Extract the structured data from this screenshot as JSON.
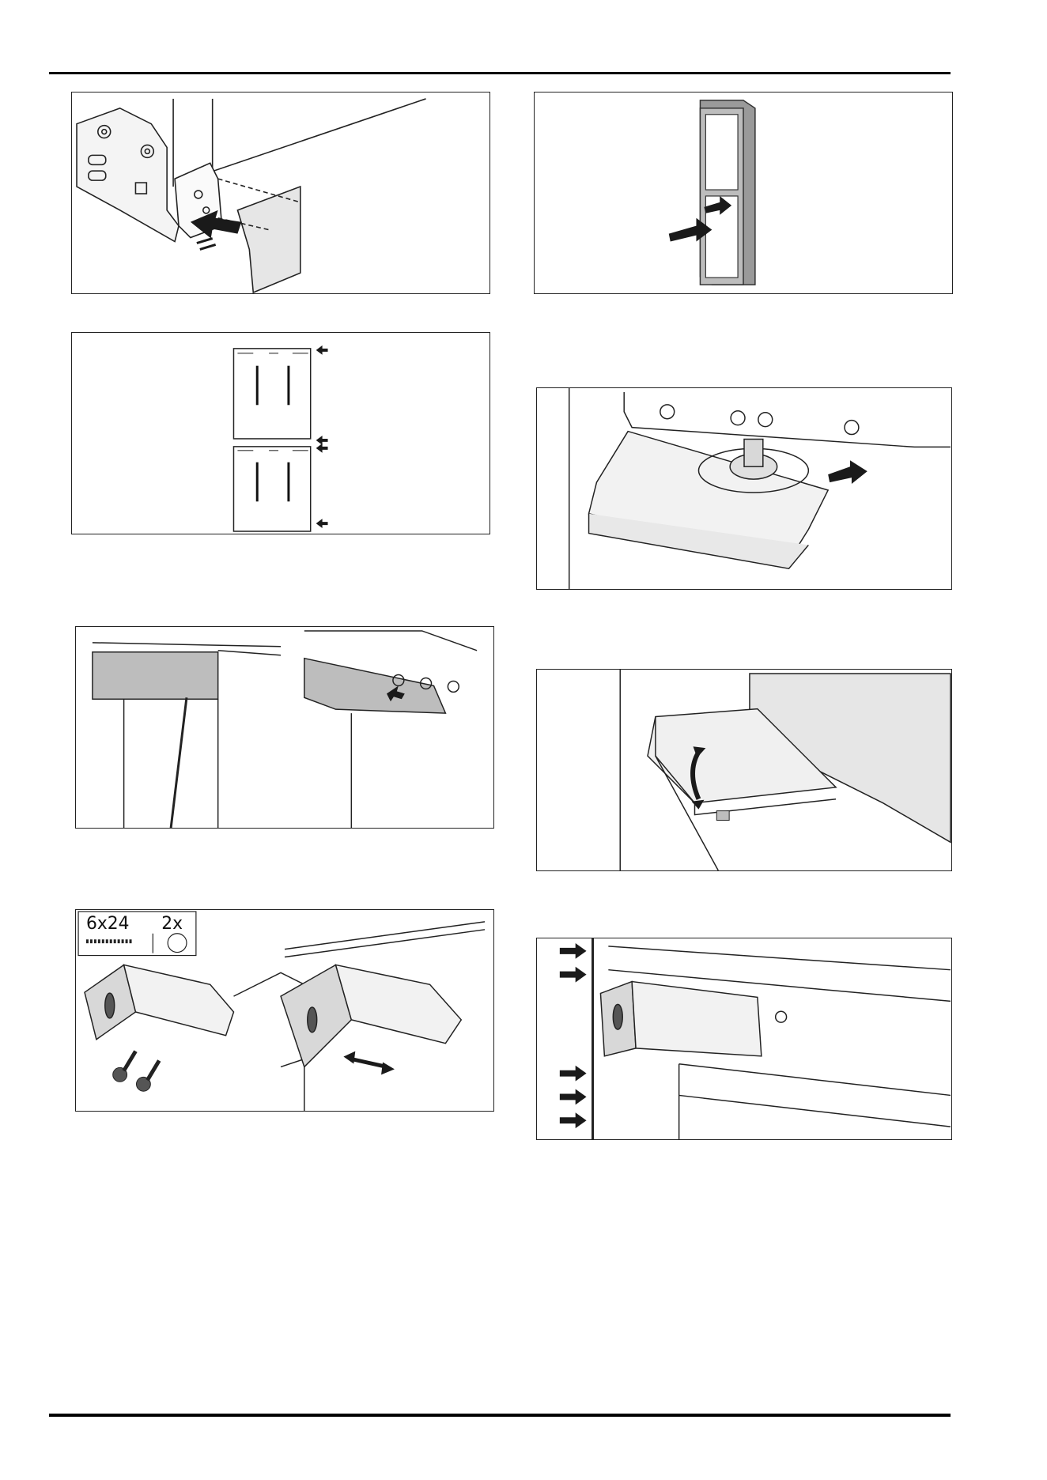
{
  "figures": [
    {
      "id": "fig-hinge-cover-mount"
    },
    {
      "id": "fig-appliance-front-arrows"
    },
    {
      "id": "fig-door-marker-template"
    },
    {
      "id": "fig-foot-adjust-nut"
    },
    {
      "id": "fig-top-trim-removal"
    },
    {
      "id": "fig-base-plinth-tilt"
    },
    {
      "id": "fig-hinge-bracket-screws",
      "screw_spec": "6x24",
      "quantity": "2x"
    },
    {
      "id": "fig-door-gap-alignment"
    }
  ]
}
